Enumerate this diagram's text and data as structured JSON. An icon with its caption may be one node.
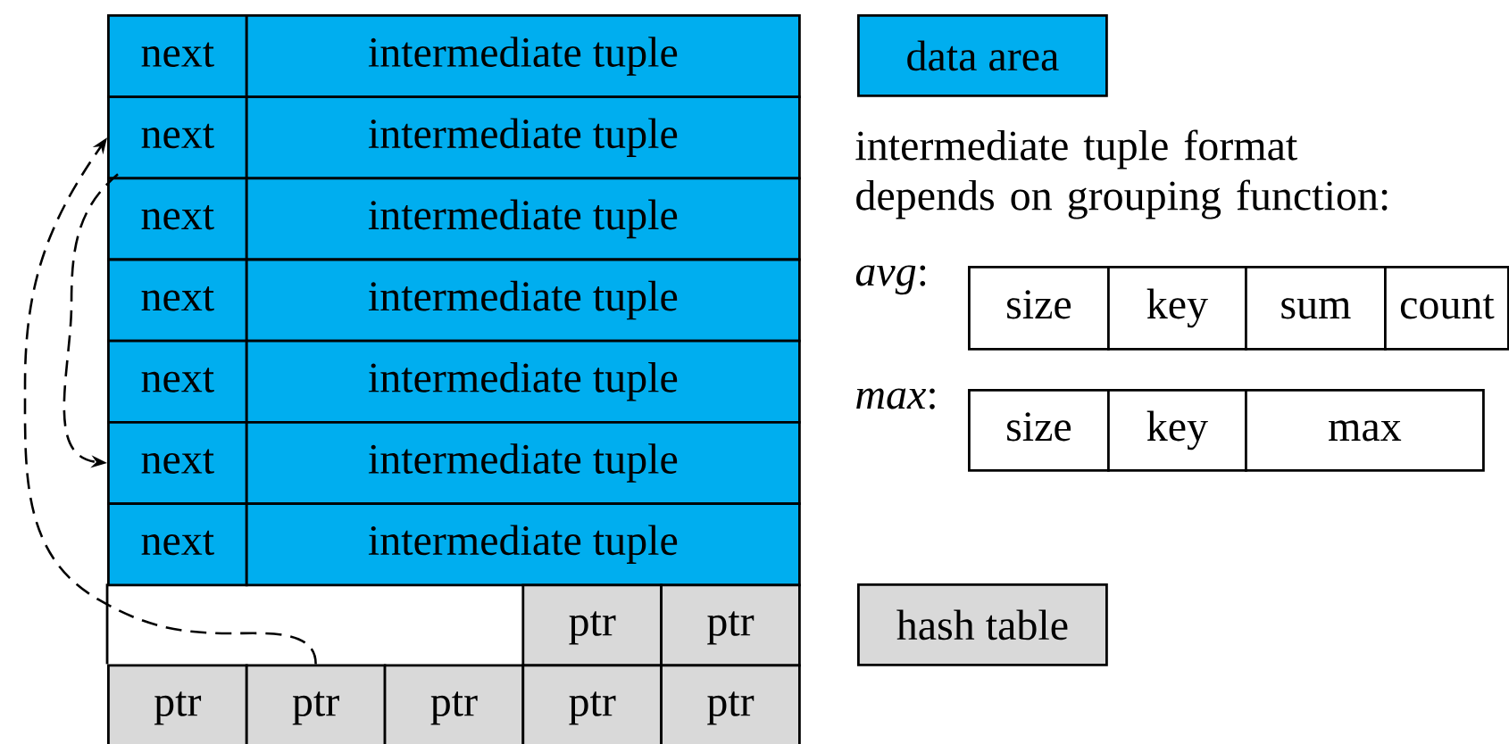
{
  "diagram": {
    "nodes": [
      {
        "text": [
          "next"
        ]
      },
      {
        "text": [
          "intermediate tuple"
        ]
      },
      {
        "text": [
          "next"
        ]
      },
      {
        "text": [
          "intermediate tuple"
        ]
      },
      {
        "text": [
          "next"
        ]
      },
      {
        "text": [
          "intermediate tuple"
        ]
      },
      {
        "text": [
          "next"
        ]
      },
      {
        "text": [
          "intermediate tuple"
        ]
      },
      {
        "text": [
          "next"
        ]
      },
      {
        "text": [
          "intermediate tuple"
        ]
      },
      {
        "text": [
          "next"
        ]
      },
      {
        "text": [
          "intermediate tuple"
        ]
      },
      {
        "text": [
          "next"
        ]
      },
      {
        "text": [
          "intermediate tuple"
        ]
      },
      {
        "text": [
          "ptr"
        ]
      },
      {
        "text": [
          "ptr"
        ]
      },
      {
        "text": [
          "ptr"
        ]
      },
      {
        "text": [
          "ptr"
        ]
      },
      {
        "text": [
          "ptr"
        ]
      },
      {
        "text": [
          "ptr"
        ]
      },
      {
        "text": [
          "ptr"
        ]
      },
      {
        "text": [
          "size"
        ]
      },
      {
        "text": [
          "key"
        ]
      },
      {
        "text": [
          "sum"
        ]
      },
      {
        "text": [
          "count"
        ]
      },
      {
        "text": [
          "size"
        ]
      },
      {
        "text": [
          "key"
        ]
      },
      {
        "text": [
          "max"
        ]
      }
    ],
    "edges": [
      {
        "from": 17,
        "to": 2,
        "arrow": "to",
        "style": "dashed"
      },
      {
        "from": 2,
        "to": 10,
        "arrow": "to",
        "style": "dashed"
      }
    ],
    "labels": [
      "intermediate tuple format depends on grouping function:",
      "*avg*:",
      "*max*:"
    ],
    "legend": [
      {
        "text": "data area",
        "color": "#00aeef"
      },
      {
        "text": "hash table",
        "color": "#d9d9d9"
      }
    ]
  }
}
